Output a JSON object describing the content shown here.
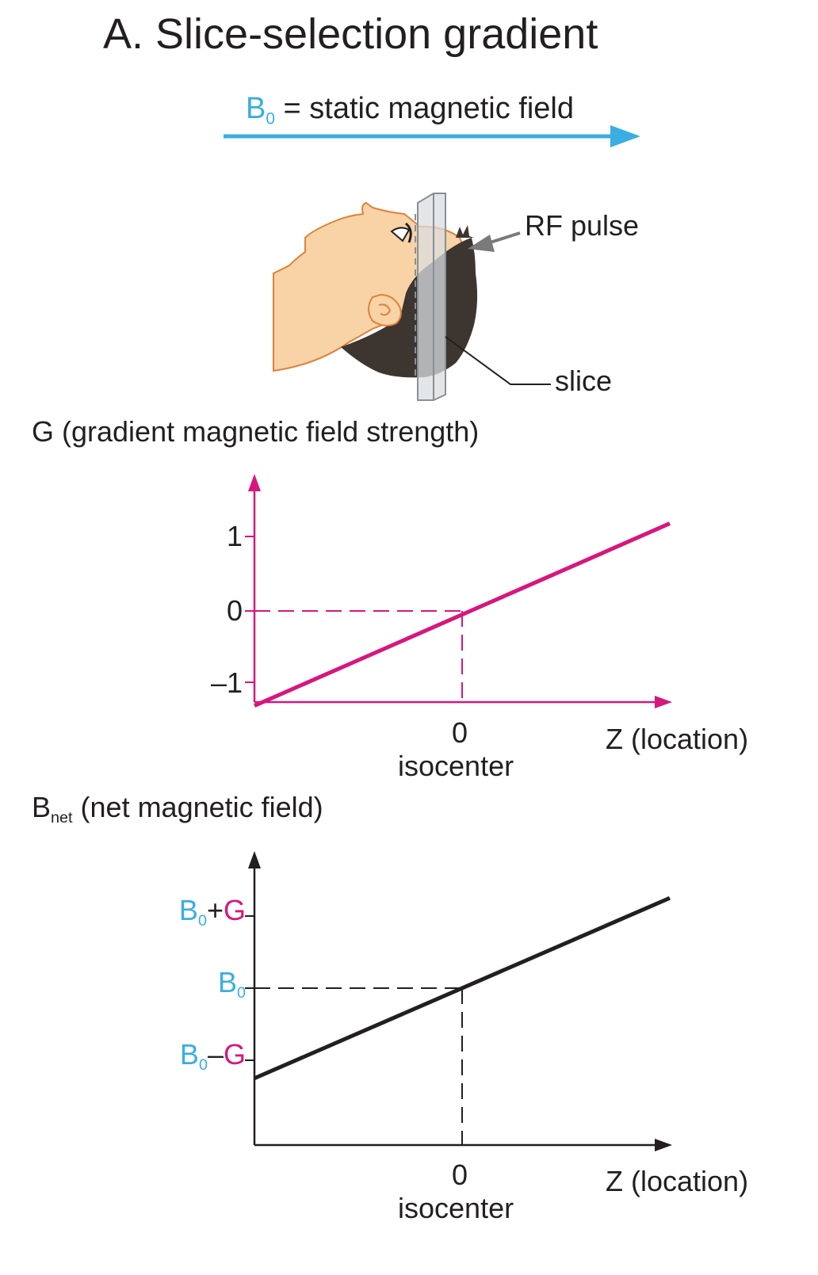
{
  "title": "A. Slice-selection gradient",
  "b0": {
    "symbol": "B",
    "subscript": "0",
    "text": "= static magnetic field",
    "color": "#3aaee0"
  },
  "head_figure": {
    "rf_label": "RF pulse",
    "slice_label": "slice"
  },
  "colors": {
    "gradient": "#d6177e",
    "b0": "#3aaee0",
    "net": "#231f20",
    "skin": "#f8d3a6",
    "skin_outline": "#e0813a",
    "hair": "#3d3530"
  },
  "chart_data": [
    {
      "type": "line",
      "title": "G (gradient magnetic field strength)",
      "xlabel": "Z (location)",
      "x_tick_labels": [
        "0"
      ],
      "x_annotation": "isocenter",
      "y_tick_labels": [
        "1",
        "0",
        "–1"
      ],
      "y_ticks": [
        1,
        0,
        -1
      ],
      "series": [
        {
          "x": [
            -1,
            1
          ],
          "y": [
            -1.3,
            1.2
          ]
        }
      ],
      "reference_point": {
        "x": 0,
        "y": 0,
        "style": "dashed"
      }
    },
    {
      "type": "line",
      "title_symbol": "B",
      "title_subscript": "net",
      "title_text": "(net magnetic field)",
      "xlabel": "Z (location)",
      "x_tick_labels": [
        "0"
      ],
      "x_annotation": "isocenter",
      "y_tick_labels": [
        {
          "b": "B",
          "sub": "0",
          "op": "+",
          "g": "G"
        },
        {
          "b": "B",
          "sub": "0",
          "op": "",
          "g": ""
        },
        {
          "b": "B",
          "sub": "0",
          "op": "–",
          "g": "G"
        }
      ],
      "series": [
        {
          "x": [
            -1,
            1
          ],
          "y": [
            -1.25,
            1.25
          ]
        }
      ],
      "reference_point": {
        "x": 0,
        "y": 0,
        "style": "dashed"
      }
    }
  ]
}
